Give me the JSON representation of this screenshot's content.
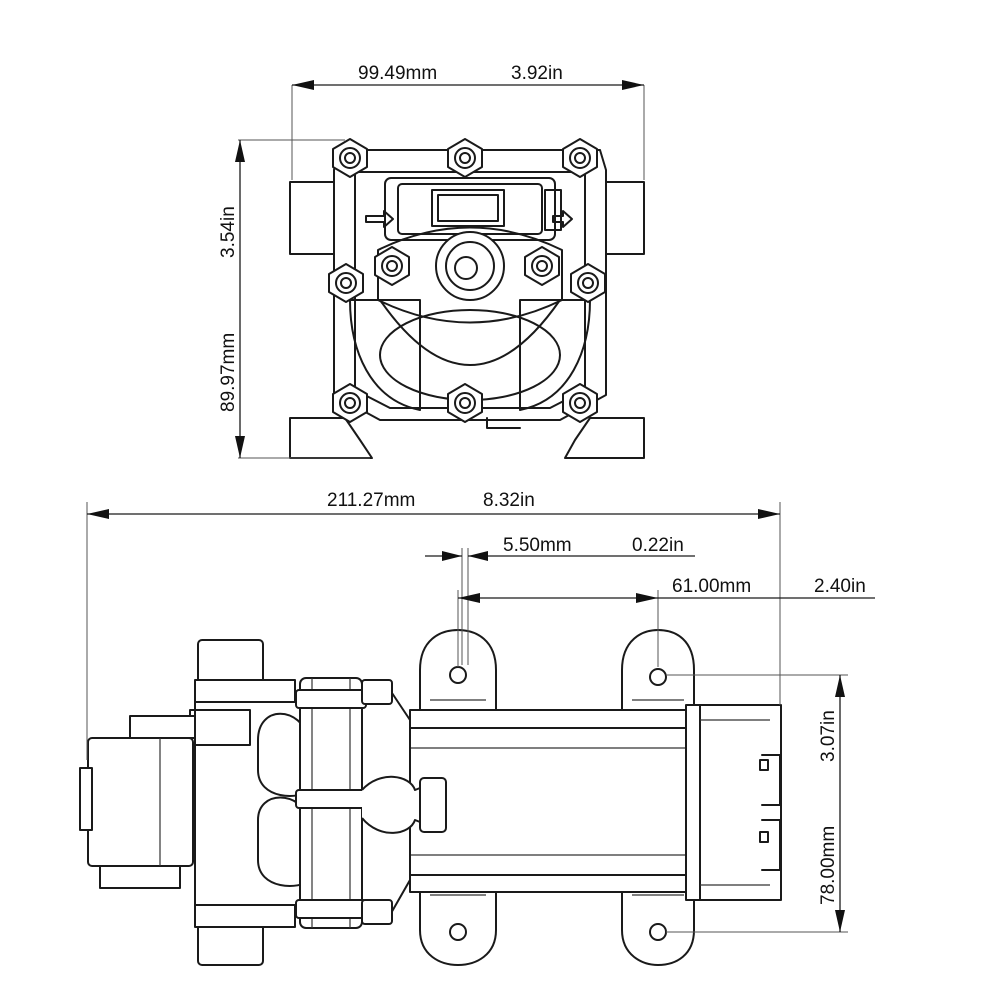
{
  "dimensions": {
    "top_width_mm": "99.49mm",
    "top_width_in": "3.92in",
    "top_height_in": "3.54in",
    "top_height_mm": "89.97mm",
    "overall_length_mm": "211.27mm",
    "overall_length_in": "8.32in",
    "hole_dia_mm": "5.50mm",
    "hole_dia_in": "0.22in",
    "hole_spacing_mm": "61.00mm",
    "hole_spacing_in": "2.40in",
    "mount_width_in": "3.07in",
    "mount_width_mm": "78.00mm"
  }
}
